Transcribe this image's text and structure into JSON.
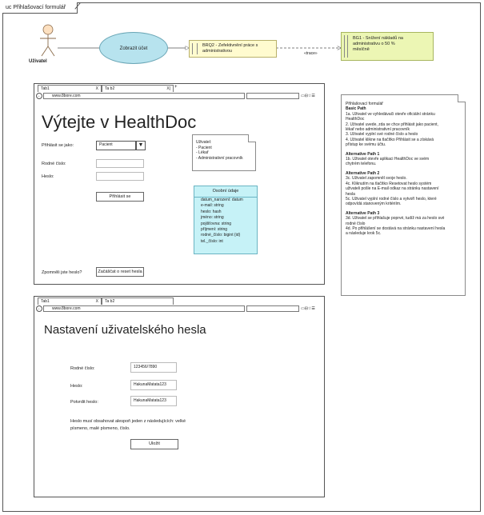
{
  "diagram": {
    "frame_title": "uc Přihlašovací formulář"
  },
  "use_case": {
    "actor": "Uživatel",
    "use_case_label": "Zobrazit účet",
    "requirement": [
      "BRQ2 - Zefektivnění práce s",
      "administrativou"
    ],
    "goal": [
      "BG1 - Snížení nákladů na",
      "administrativu o 50 %",
      "měsíčně"
    ],
    "trace_label": "«trace»"
  },
  "login_browser": {
    "tab1": "Tab1",
    "tab2": "Ta b2",
    "tab_close": "X",
    "tab_sep": "X|",
    "tab_add": "+",
    "url": "www.8bore.com",
    "back_icon": "←",
    "sys_icons": "▭⊟☆☰",
    "title": "Výtejte v HealthDoc",
    "login_as_label": "Přihlásit se jako:",
    "login_as_value": "Pacient",
    "dropdown_arrow": "▼",
    "birth_label": "Rodné číslo:",
    "password_label": "Heslo:",
    "login_button": "Přihlásit se",
    "forgot_label": "Zpomněli jste heslo?",
    "reset_button": "Začáščat o reset hesla"
  },
  "roles_note": {
    "lines": [
      "Uživatel:",
      "- Pacient",
      "- Lékař",
      "- Administrativní pracovník"
    ]
  },
  "class_box": {
    "title": "Osobní údaje",
    "attributes": [
      "datum_narození: datum",
      "e-mail: string",
      "heslo: hash",
      "jméno: string",
      "pojišťovna: string",
      "příjmení: string",
      "rodné_číslo: bigint {id}",
      "tel._číslo: int"
    ]
  },
  "spec": {
    "title": "Přihlašovací formulář",
    "basic_head": "Basic Path",
    "basic": [
      "1a. Uživatel ve vyhledávači otevře oficiální stránku",
      "HealthDoc",
      "2. Uživatel uvede, zda se chce přihlásit jako pacient,",
      "lékař nebo administrativní pracovník",
      "3. Uživatel vyplní své rodné číslo a heslo",
      "4. Uživatel klikne na tlačítko Přihlásit se a získává",
      "přístup ke svému účtu."
    ],
    "alt1_head": "Alternative Path 1",
    "alt1": [
      "1b. Uživatel otevře aplikaci HealthDoc ve svém",
      "chytrém telefonu."
    ],
    "alt2_head": "Alternative Path 2",
    "alt2": [
      "3c. Uživatel zapomněl svoje heslo.",
      "4c. Kliknutím na tlačítko Resetovat heslo systém",
      "uživateli pošle na E-mail odkaz na stránku nastavení",
      "hesla",
      "5c. Uživatel vyplní rodné číslo a vytvoří heslo, které",
      "odpovídá stanoveným kritériím."
    ],
    "alt3_head": "Alternative Path 3",
    "alt3": [
      "3d. Uživatel se přihlašuje poprvé, tudíž má za heslo své",
      "rodné číslo",
      "4d. Po přihlášení se dostává na stránku nastavení hesla",
      "a následuje krok 5c."
    ]
  },
  "reset_browser": {
    "tab1": "Tab1",
    "tab2": "Ta b2",
    "tab_close": "X",
    "url": "www.8bore.com",
    "back_icon": "←",
    "sys_icons": "▭⊟☆☰",
    "title": "Nastavení uživatelského hesla",
    "birth_label": "Rodné číslo:",
    "birth_value": "123456/7890",
    "password_label": "Heslo:",
    "password_value": "HakunaMatata123",
    "confirm_label": "Potvrdit heslo:",
    "confirm_value": "HakunaMatata123",
    "rule_lines": [
      "Heslo musí obsahovat alespoň jeden z následujících: velké",
      "písmeno, malé písmeno, číslo."
    ],
    "save_button": "Uložit"
  }
}
